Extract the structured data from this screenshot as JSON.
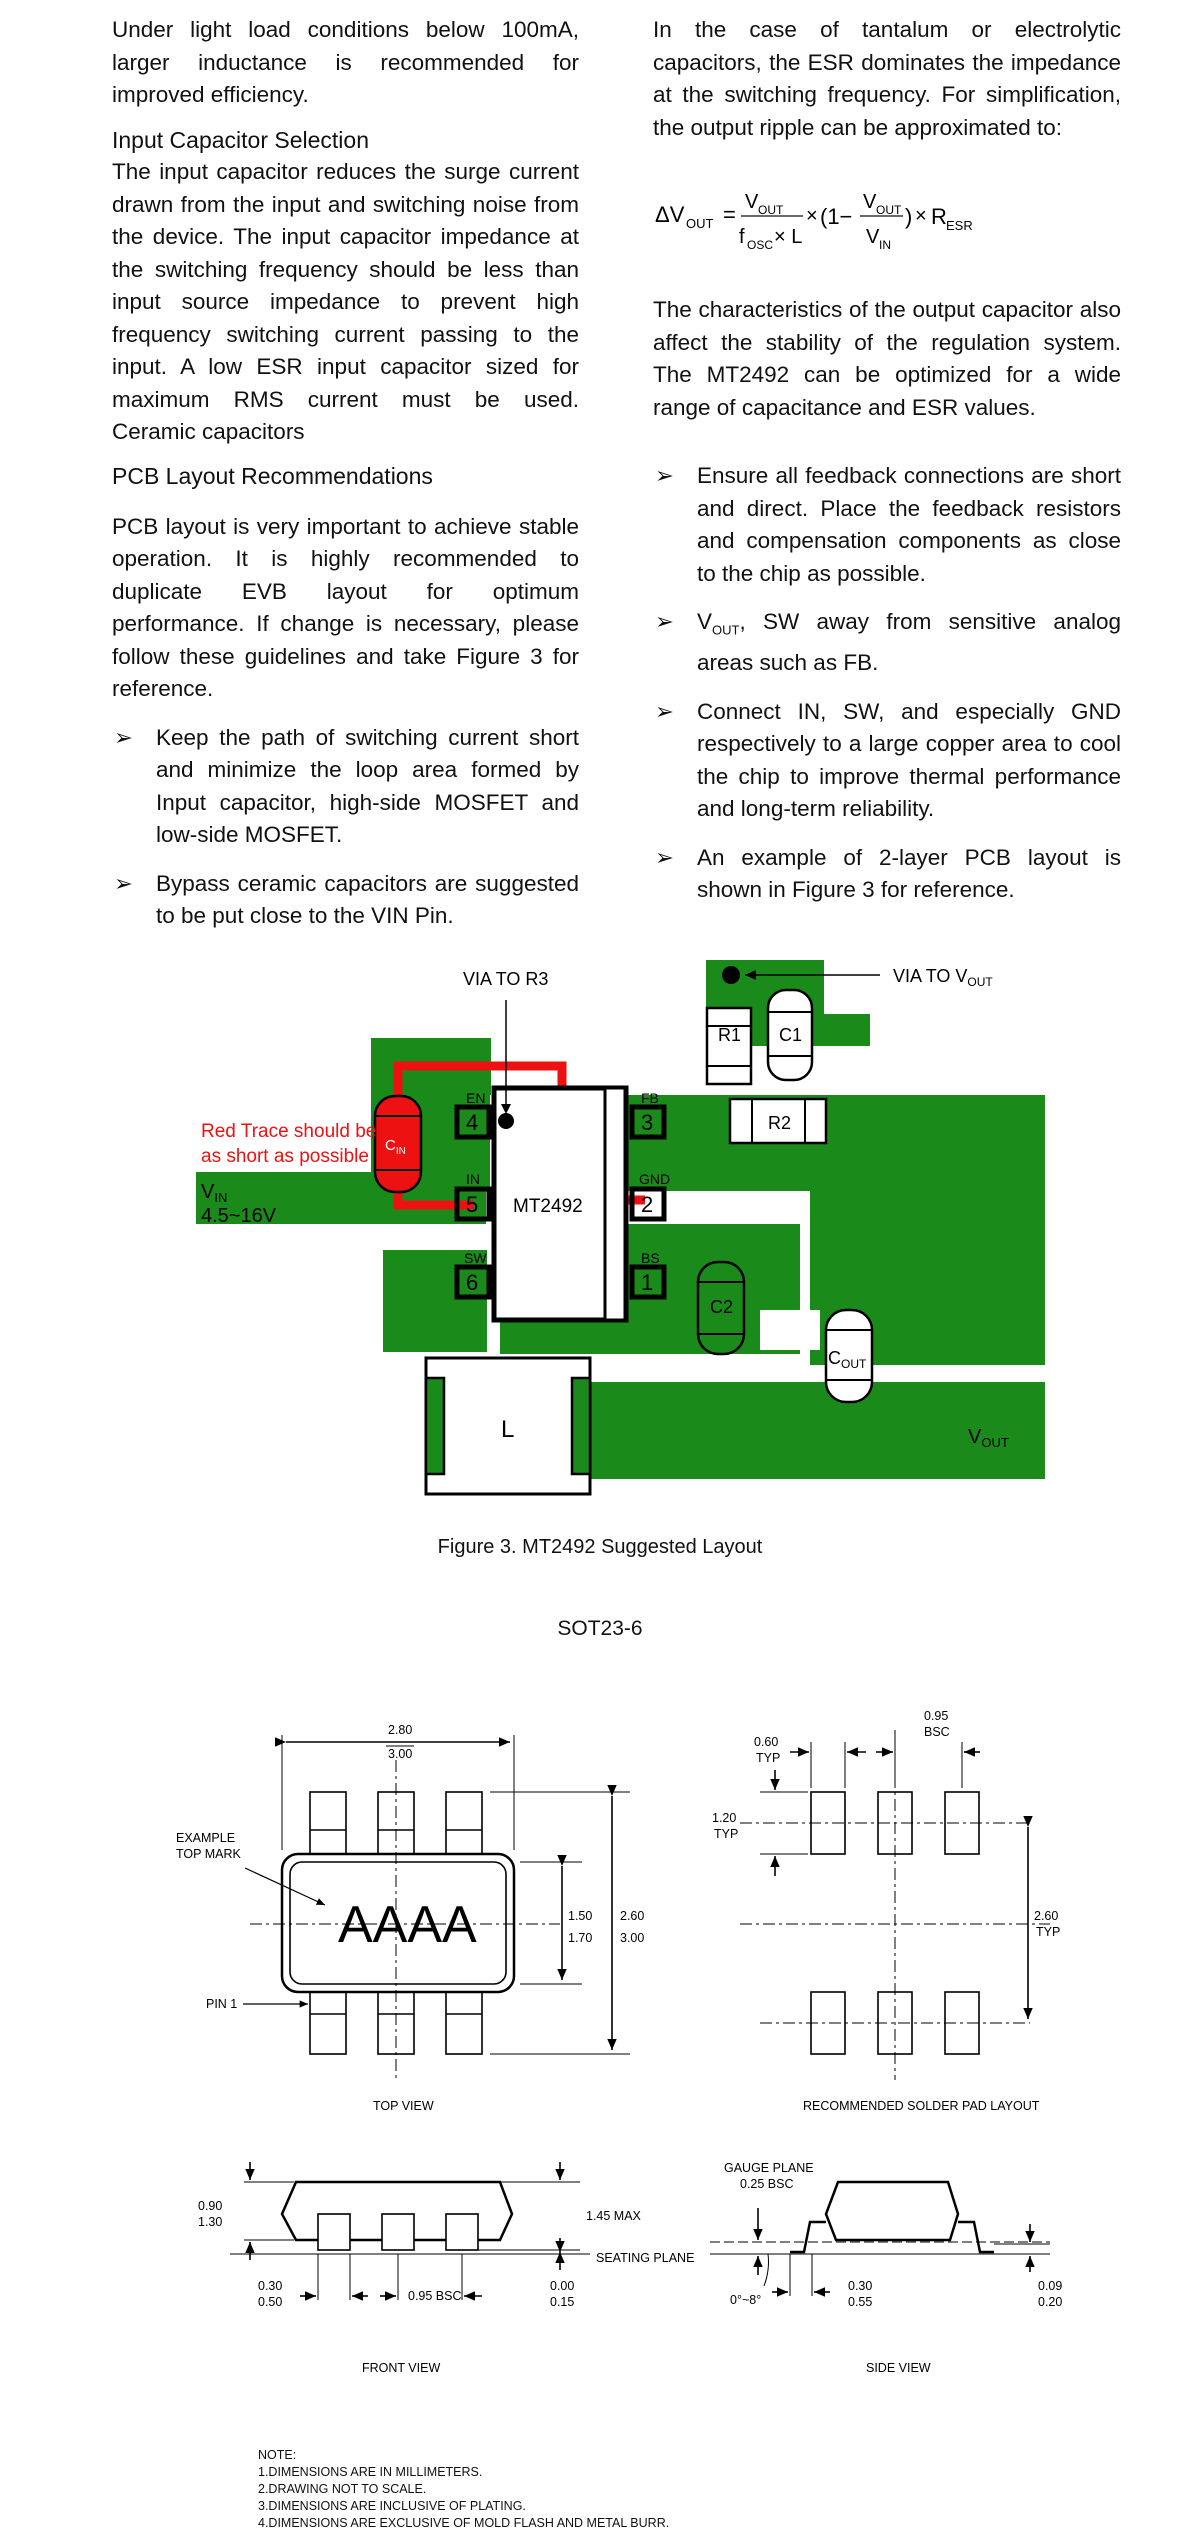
{
  "top": {
    "left_para1": "Under light load conditions below 100mA, larger inductance is recommended for improved efficiency.",
    "left_heading": "Input Capacitor Selection",
    "left_para2": "The input capacitor reduces the surge current drawn from the input and switching noise from the device.  The input capacitor impedance at the switching frequency should be less than input source impedance to prevent high frequency switching current passing to the input. A low ESR input capacitor sized for maximum RMS current must be used. Ceramic capacitors",
    "right_para1": "In the case of tantalum or electrolytic capacitors, the ESR dominates the impedance at the switching frequency. For simplification, the output ripple can be approximated to:",
    "right_para2": "The characteristics of the output capacitor also affect the stability of the regulation system. The MT2492 can be optimized for a wide range of capacitance and ESR values."
  },
  "formula": {
    "delta": "ΔV",
    "out": "OUT",
    "eq": "=",
    "num1": "V",
    "den1": "f",
    "osc": "OSC",
    "den1b": "× L",
    "times": "×",
    "one_minus": "(1−",
    "num2": "V",
    "den2": "V",
    "in": "IN",
    "close": ")",
    "times2": "×",
    "r": "R",
    "esr": "ESR"
  },
  "pcb": {
    "heading": "PCB Layout Recommendations",
    "intro": "PCB layout is very important to achieve stable operation. It is highly recommended to duplicate EVB layout for optimum performance. If change is necessary, please follow these guidelines and take Figure 3 for reference.",
    "bullet_mark": "➢",
    "left_bullets": [
      "Keep the path of switching current short and minimize the loop area formed by Input capacitor, high-side MOSFET and low-side MOSFET.",
      "Bypass ceramic capacitors are suggested to be put close to the VIN Pin."
    ],
    "right_bullets": [
      "Ensure all feedback connections are short and direct. Place the feedback resistors and compensation components as close to the chip as possible.",
      "V",
      "Connect IN, SW, and especially GND respectively to a large copper area to cool the chip to improve thermal performance and long-term reliability.",
      "An example of 2-layer PCB layout is shown in Figure 3 for reference."
    ],
    "bullet2_sub": "OUT",
    "bullet2_rest": ", SW away from sensitive analog areas such as FB."
  },
  "figure3": {
    "via_r3": "VIA TO R3",
    "via_vout": "VIA TO V",
    "via_vout_sub": "OUT",
    "red_note_1": "Red Trace should be",
    "red_note_2": "as short as possible",
    "vin": "V",
    "vin_sub": "IN",
    "vin_range": "4.5~16V",
    "cin": "C",
    "cin_sub": "IN",
    "pins": [
      "4",
      "5",
      "6",
      "3",
      "2",
      "1"
    ],
    "pin_names": [
      "EN",
      "IN",
      "SW",
      "FB",
      "GND",
      "BS"
    ],
    "chip": "MT2492",
    "r1": "R1",
    "c1": "C1",
    "r2": "R2",
    "c2": "C2",
    "cout": "C",
    "cout_sub": "OUT",
    "inductor": "L",
    "vout": "V",
    "vout_sub": "OUT",
    "caption": "Figure 3. MT2492 Suggested Layout",
    "colors": {
      "green": "#1a8a1a",
      "red": "#ee1111",
      "black": "#000000"
    }
  },
  "package": {
    "title": "SOT23-6",
    "top_view": {
      "w_a": "2.80",
      "w_b": "3.00",
      "h_a": "1.50",
      "h_b": "1.70",
      "h2_a": "2.60",
      "h2_b": "3.00",
      "mark_label_1": "EXAMPLE",
      "mark_label_2": "TOP MARK",
      "mark": "AAAA",
      "pin1": "PIN 1",
      "label": "TOP VIEW"
    },
    "pad": {
      "w_a": "0.60",
      "w_b": "TYP",
      "p_a": "0.95",
      "p_b": "BSC",
      "h_a": "1.20",
      "h_b": "TYP",
      "s_a": "2.60",
      "s_b": "TYP",
      "label": "RECOMMENDED SOLDER PAD LAYOUT"
    },
    "front": {
      "h_a": "0.90",
      "h_b": "1.30",
      "max": "1.45 MAX",
      "seat": "SEATING PLANE",
      "l_a": "0.30",
      "l_b": "0.50",
      "bsc": "0.95 BSC",
      "s_a": "0.00",
      "s_b": "0.15",
      "label": "FRONT VIEW"
    },
    "side": {
      "gauge": "GAUGE PLANE",
      "g_bsc": "0.25 BSC",
      "angle": "0°~8°",
      "l_a": "0.30",
      "l_b": "0.55",
      "t_a": "0.09",
      "t_b": "0.20",
      "label": "SIDE VIEW"
    }
  },
  "notes": [
    "NOTE:",
    "1.DIMENSIONS ARE IN MILLIMETERS.",
    "2.DRAWING NOT TO SCALE.",
    "3.DIMENSIONS ARE INCLUSIVE OF PLATING.",
    "4.DIMENSIONS ARE EXCLUSIVE OF MOLD FLASH AND METAL BURR."
  ]
}
